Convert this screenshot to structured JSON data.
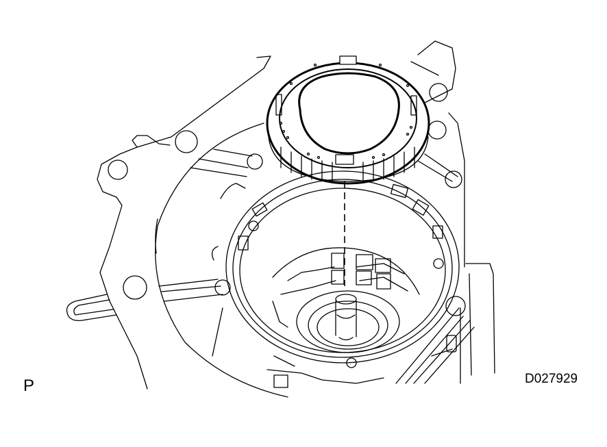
{
  "figure": {
    "view_label": "P",
    "figure_id": "D027929",
    "subject": "transmission-case-with-clutch-pack-installation",
    "colors": {
      "line": "#000000",
      "background": "#ffffff"
    }
  }
}
